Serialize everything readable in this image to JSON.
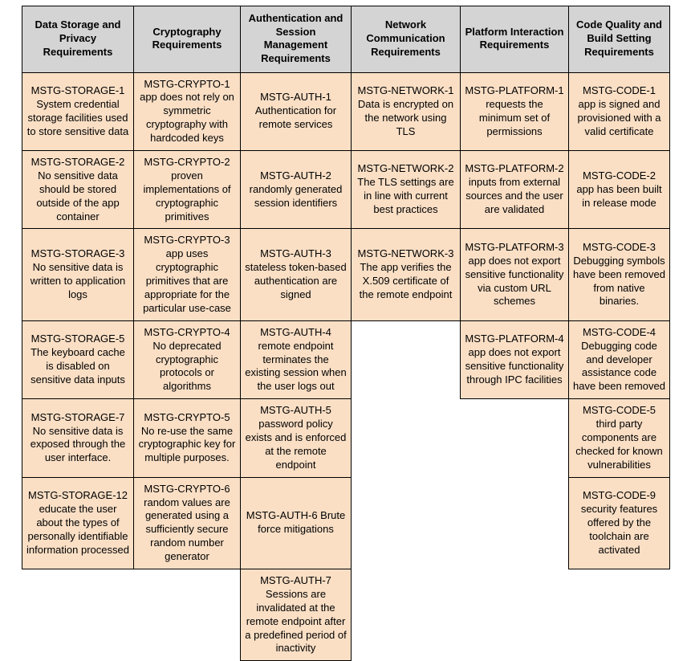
{
  "table": {
    "headers": [
      "Data Storage and Privacy Requirements",
      "Cryptography Requirements",
      "Authentication and Session Management Requirements",
      "Network Communication Requirements",
      "Platform Interaction Requirements",
      "Code Quality and Build Setting Requirements"
    ],
    "rows": [
      [
        "MSTG-STORAGE-1 System credential storage facilities used to store sensitive data",
        "MSTG-CRYPTO-1 app does not rely on symmetric cryptography with hardcoded keys",
        "MSTG-AUTH-1 Authentication for remote services",
        "MSTG-NETWORK-1 Data is encrypted on the network using TLS",
        "MSTG-PLATFORM-1 requests the minimum set of permissions",
        "MSTG-CODE-1 app is signed and provisioned with a valid certificate"
      ],
      [
        "MSTG-STORAGE-2 No sensitive data should be stored outside of the app container",
        "MSTG-CRYPTO-2 proven implementations of cryptographic primitives",
        "MSTG-AUTH-2 randomly generated session identifiers",
        "MSTG-NETWORK-2 The TLS settings are in line with current best practices",
        "MSTG-PLATFORM-2 inputs from external sources and the user are validated",
        "MSTG-CODE-2 app has been built in release mode"
      ],
      [
        "MSTG-STORAGE-3 No sensitive data is written to application logs",
        "MSTG-CRYPTO-3 app uses cryptographic primitives that are appropriate for the particular use-case",
        "MSTG-AUTH-3 stateless token-based authentication are signed",
        "MSTG-NETWORK-3 The app verifies the X.509 certificate of the remote endpoint",
        "MSTG-PLATFORM-3 app does not export sensitive functionality via custom URL schemes",
        "MSTG-CODE-3 Debugging symbols have been removed from native binaries."
      ],
      [
        "MSTG-STORAGE-5 The keyboard cache is disabled on sensitive data inputs",
        "MSTG-CRYPTO-4 No deprecated cryptographic protocols or algorithms",
        "MSTG-AUTH-4 remote endpoint terminates the existing session when the user logs out",
        "",
        "MSTG-PLATFORM-4 app does not export sensitive functionality through IPC facilities",
        "MSTG-CODE-4 Debugging code and developer assistance code have been removed"
      ],
      [
        "MSTG-STORAGE-7 No sensitive data is exposed through the user interface.",
        "MSTG-CRYPTO-5 No re-use the same cryptographic key for multiple purposes.",
        "MSTG-AUTH-5 password policy exists and is enforced at the remote endpoint",
        "",
        "",
        "MSTG-CODE-5 third party components are checked for known vulnerabilities"
      ],
      [
        "MSTG-STORAGE-12 educate the user about the types of personally identifiable information processed",
        "MSTG-CRYPTO-6 random values are generated using a sufficiently secure random number generator",
        "MSTG-AUTH-6 Brute force mitigations",
        "",
        "",
        "MSTG-CODE-9 security features offered by the toolchain are activated"
      ],
      [
        "",
        "",
        "MSTG-AUTH-7 Sessions are invalidated at the remote endpoint after a predefined period of inactivity",
        "",
        "",
        ""
      ]
    ]
  },
  "colors": {
    "header_background": "#d4d4d4",
    "cell_background": "#fadfc5",
    "border": "#000000",
    "text": "#000000",
    "page_background": "#ffffff"
  }
}
